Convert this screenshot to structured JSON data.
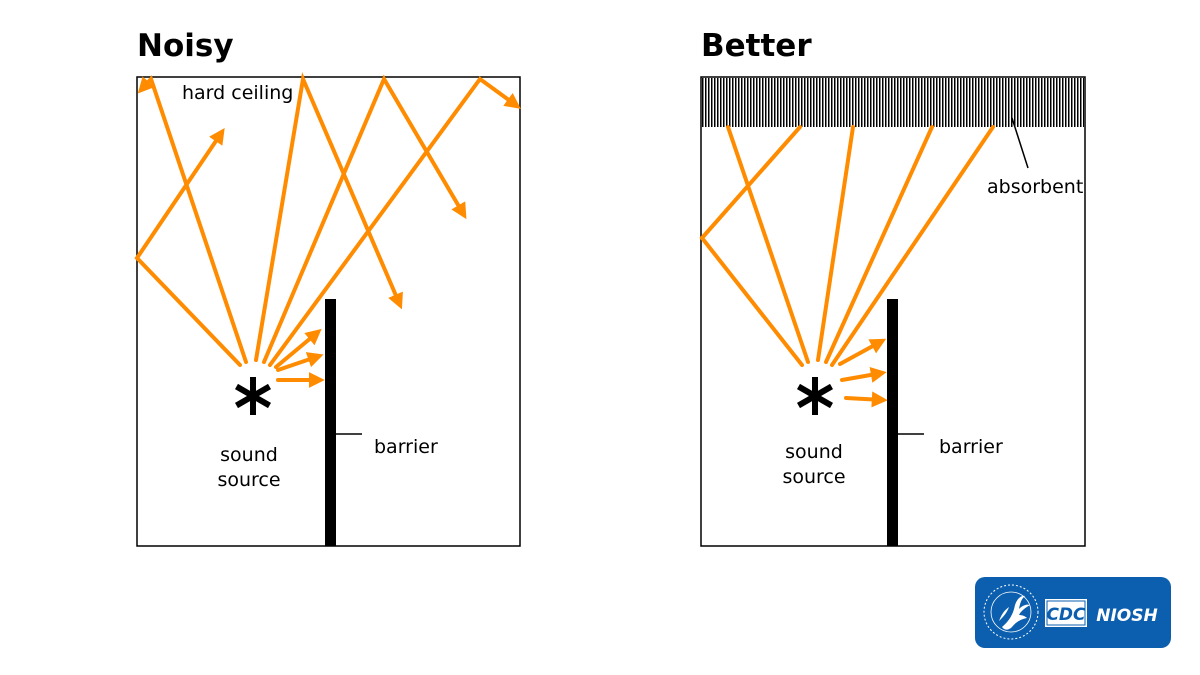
{
  "panels": {
    "noisy": {
      "title": "Noisy",
      "ceiling_label": "hard ceiling",
      "source_label_line1": "sound",
      "source_label_line2": "source",
      "barrier_label": "barrier"
    },
    "better": {
      "title": "Better",
      "ceiling_label": "absorbent",
      "source_label_line1": "sound",
      "source_label_line2": "source",
      "barrier_label": "barrier"
    }
  },
  "logo": {
    "agency_1": "CDC",
    "agency_2": "NIOSH"
  },
  "colors": {
    "ray": "#ff8c00",
    "barrier": "#000000",
    "logo_background": "#0b5fae"
  },
  "icons": [
    "sound-source-asterisk-icon",
    "hhs-eagle-seal-icon",
    "arrowhead-icon"
  ]
}
